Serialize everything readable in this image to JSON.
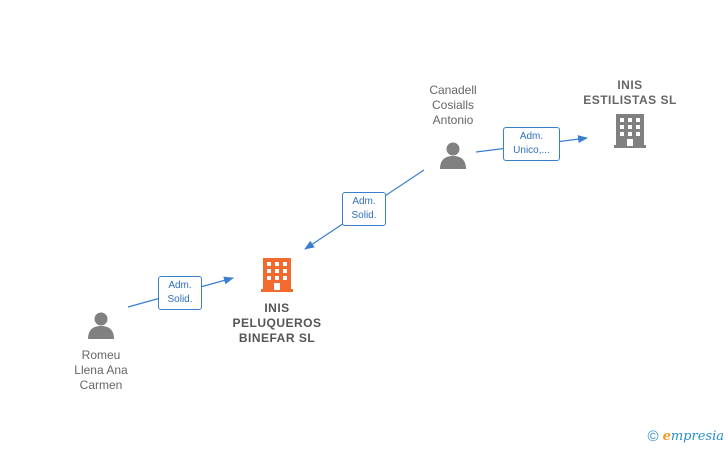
{
  "nodes": {
    "canadell": {
      "type": "person",
      "name": "Canadell\nCosialls\nAntonio"
    },
    "inis_estilistas": {
      "type": "company",
      "name": "INIS\nESTILISTAS SL"
    },
    "inis_peluqueros": {
      "type": "company",
      "name": "INIS\nPELUQUEROS\nBINEFAR SL",
      "highlighted": true
    },
    "romeu": {
      "type": "person",
      "name": "Romeu\nLlena Ana\nCarmen"
    }
  },
  "edges": [
    {
      "from": "canadell",
      "to": "inis_estilistas",
      "label": "Adm.\nUnico,..."
    },
    {
      "from": "canadell",
      "to": "inis_peluqueros",
      "label": "Adm.\nSolid."
    },
    {
      "from": "romeu",
      "to": "inis_peluqueros",
      "label": "Adm.\nSolid."
    }
  ],
  "colors": {
    "edge": "#3a7fcf",
    "person_icon": "#808080",
    "company_icon": "#808080",
    "company_highlight": "#f26a2e"
  },
  "watermark": {
    "symbol": "©",
    "brand_initial": "e",
    "brand_rest": "mpresia"
  }
}
